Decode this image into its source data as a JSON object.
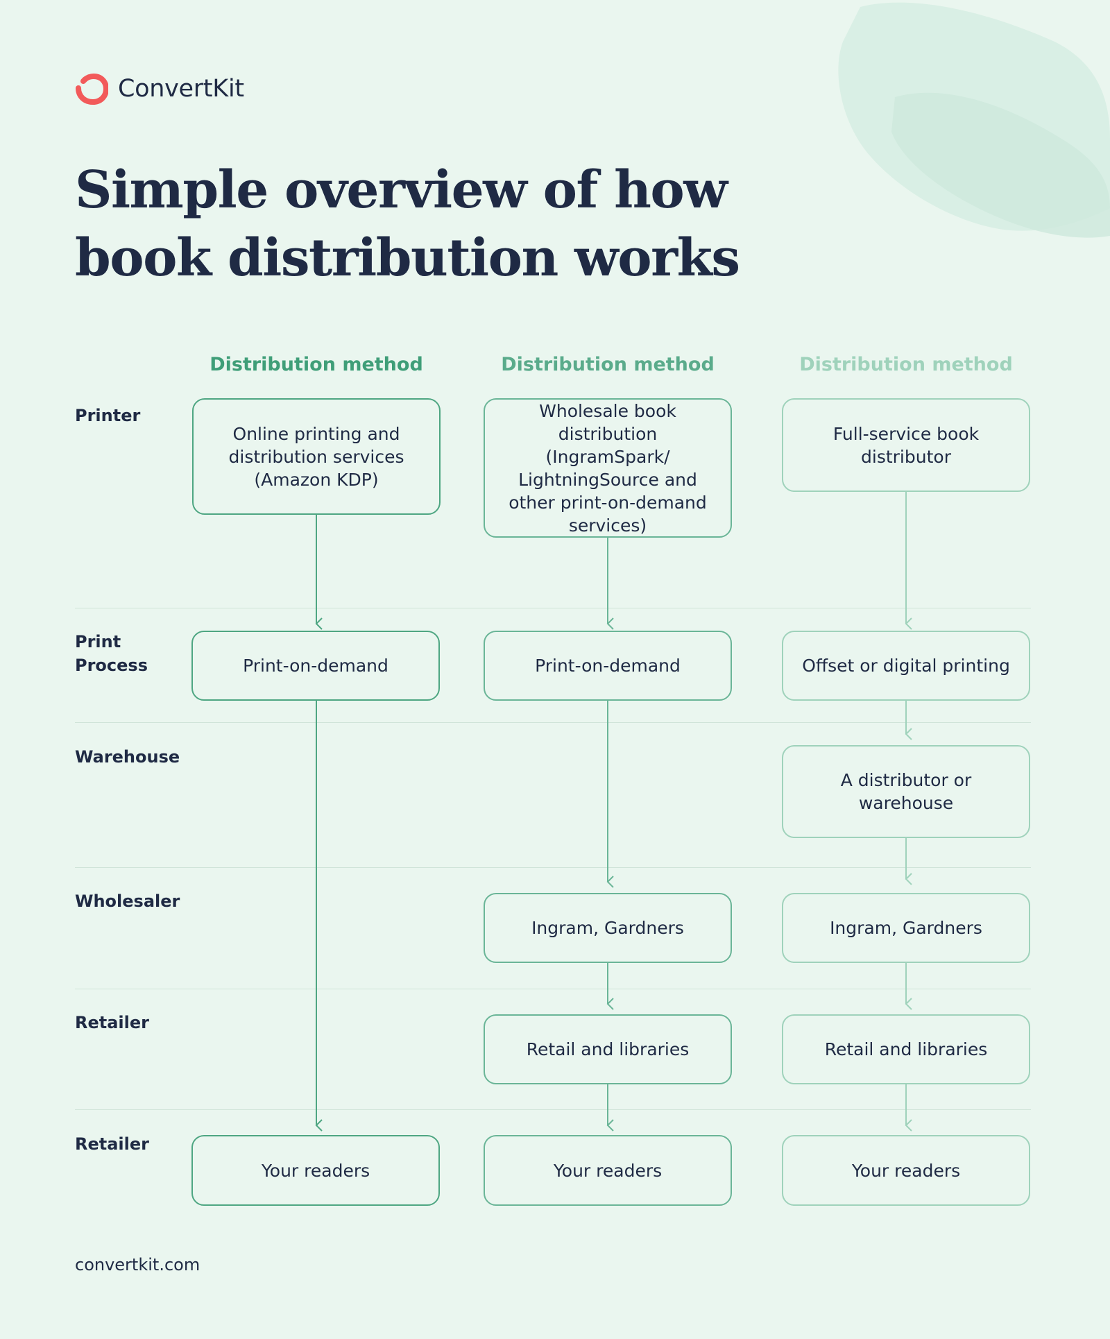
{
  "brand": {
    "name": "ConvertKit",
    "logo_icon": "convertkit-logo-icon",
    "color": "#f25a5a"
  },
  "title_lines": [
    "Simple overview of how",
    "book distribution works"
  ],
  "column_header_label": "Distribution method",
  "column_colors": [
    "#3f9e78",
    "#5aab8b",
    "#9fd2bb"
  ],
  "row_labels": {
    "printer": "Printer",
    "print_process": "Print\nProcess",
    "warehouse": "Warehouse",
    "wholesaler": "Wholesaler",
    "retailer": "Retailer",
    "readers_row": "Retailer"
  },
  "columns": [
    {
      "printer": "Online printing and distribution services (Amazon KDP)",
      "print_process": "Print-on-demand",
      "warehouse": "",
      "wholesaler": "",
      "retailer": "",
      "readers": "Your readers"
    },
    {
      "printer": "Wholesale book distribution (IngramSpark/ LightningSource and other print-on-demand services)",
      "print_process": "Print-on-demand",
      "warehouse": "",
      "wholesaler": "Ingram, Gardners",
      "retailer": "Retail and libraries",
      "readers": "Your readers"
    },
    {
      "printer": "Full-service book distributor",
      "print_process": "Offset or digital printing",
      "warehouse": "A distributor or warehouse",
      "wholesaler": "Ingram, Gardners",
      "retailer": "Retail and libraries",
      "readers": "Your readers"
    }
  ],
  "footer": "convertkit.com"
}
